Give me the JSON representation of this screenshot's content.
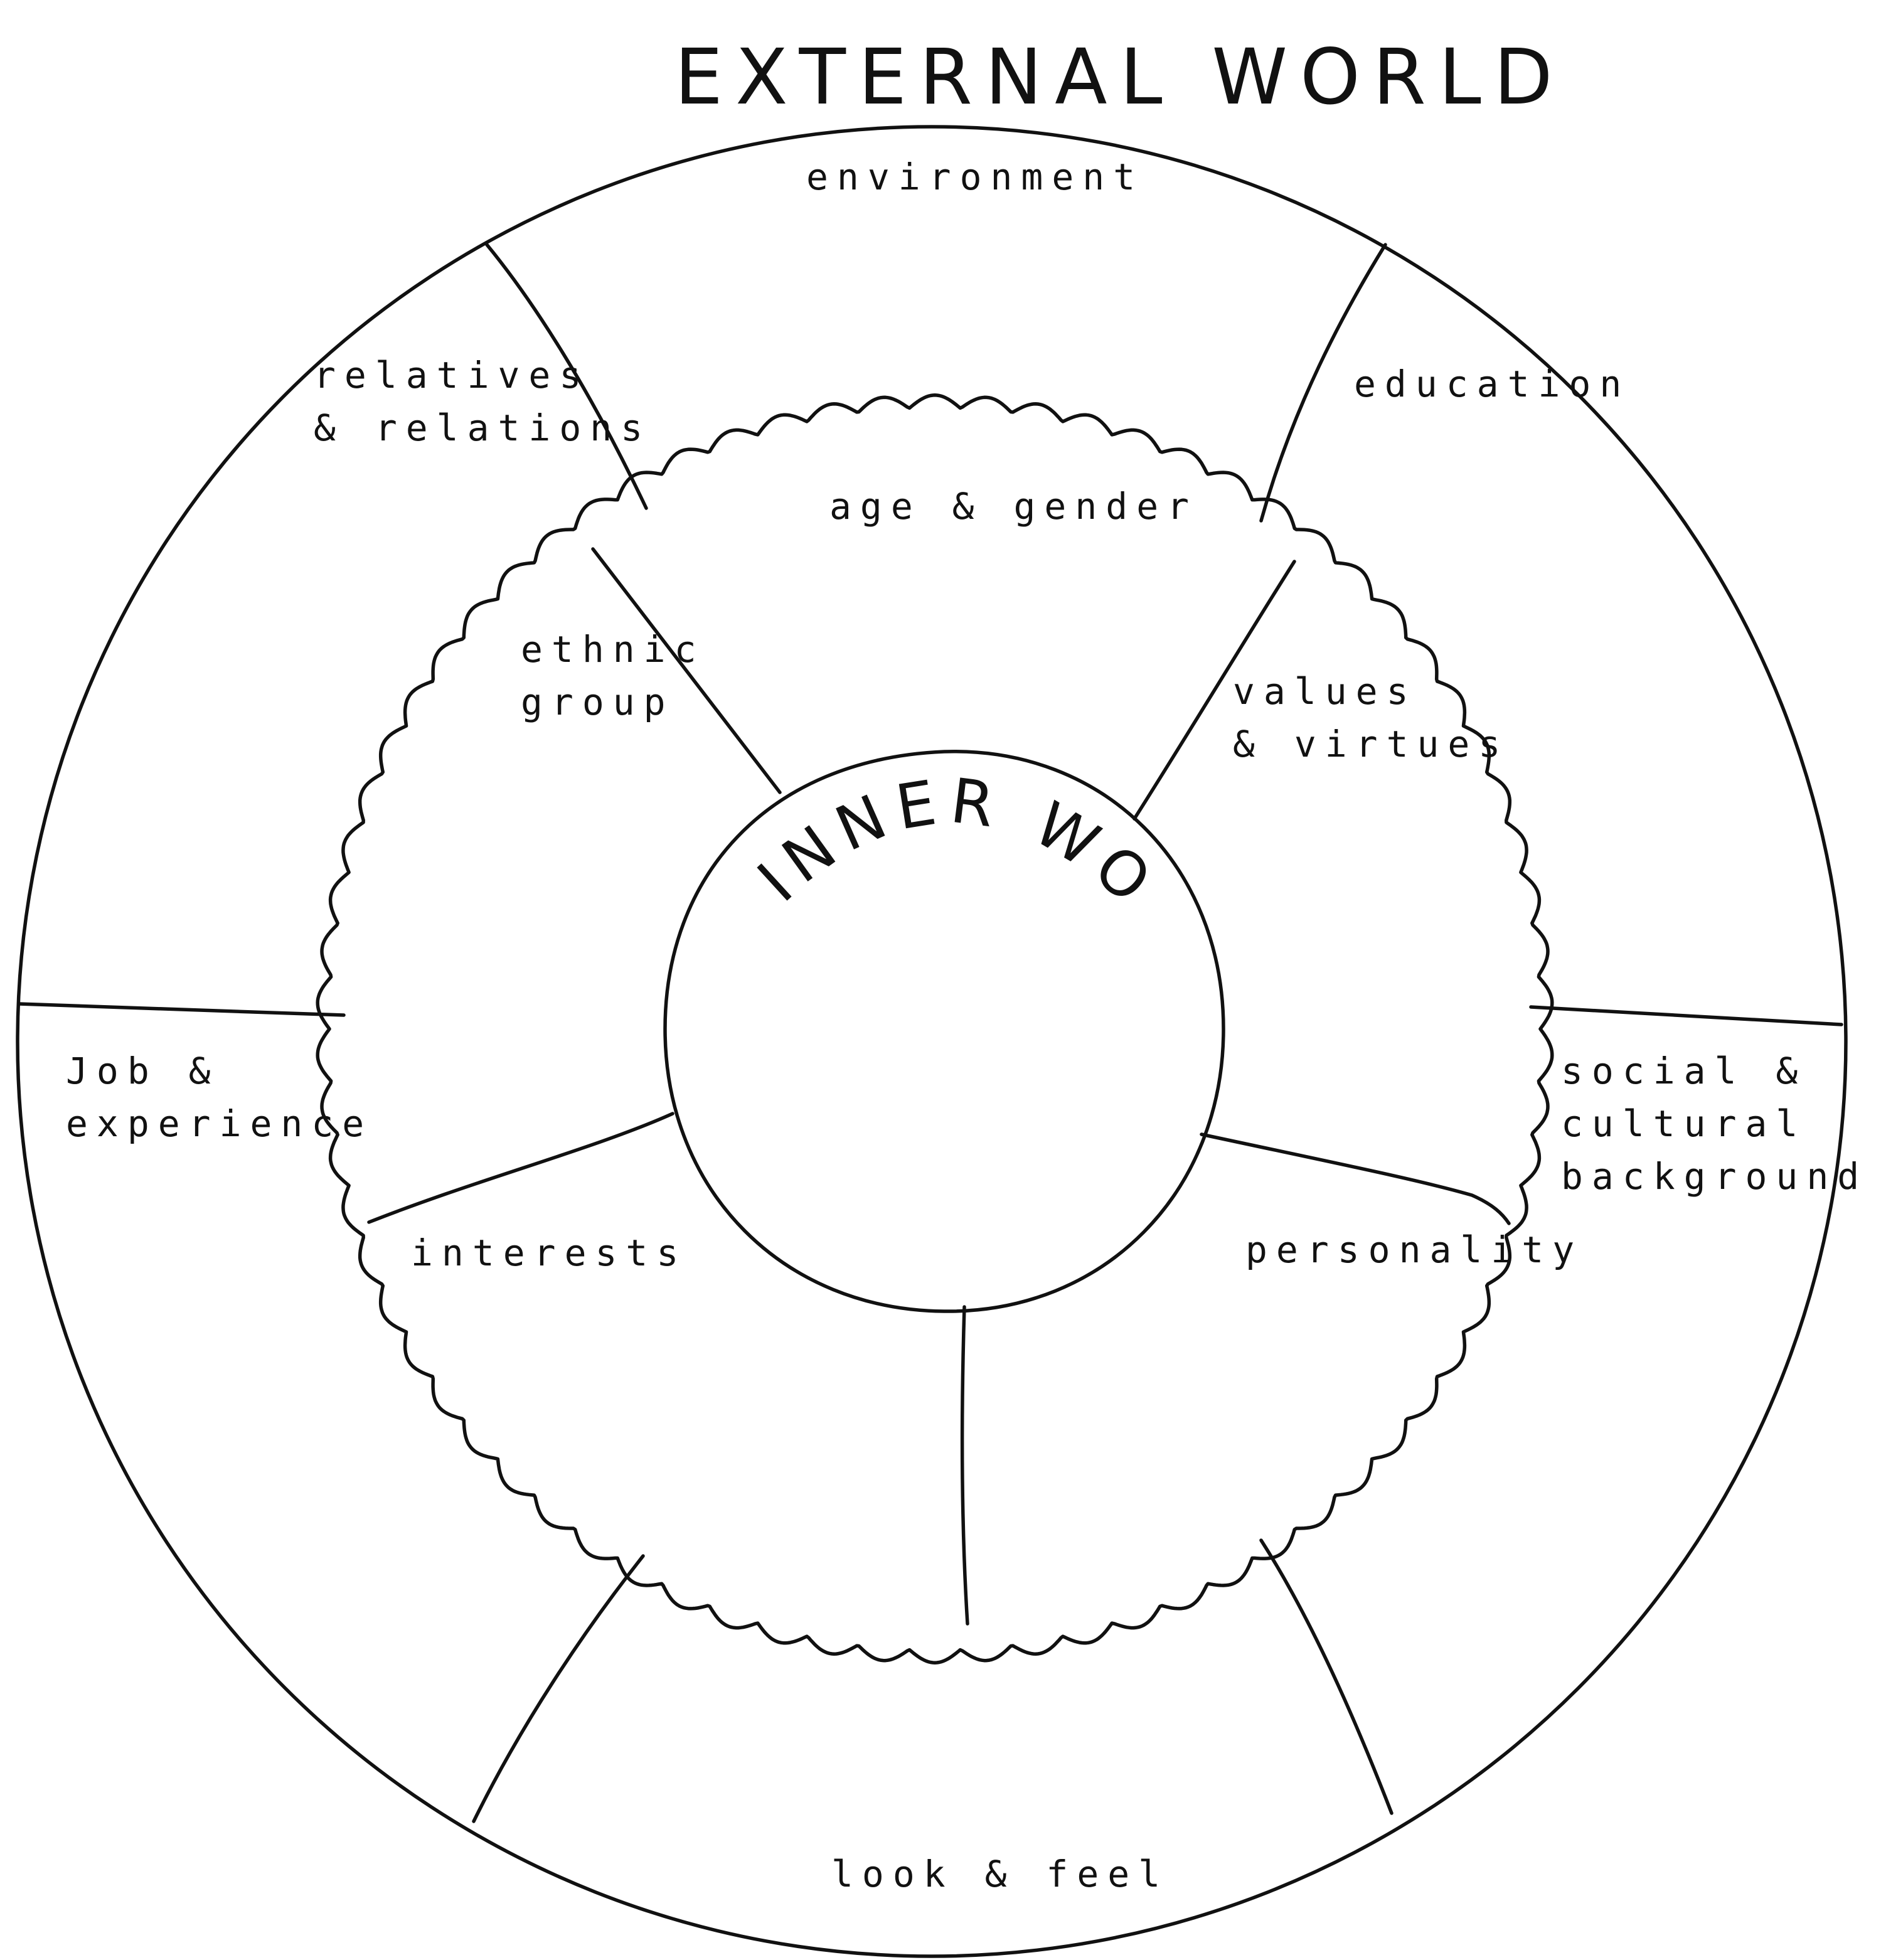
{
  "title": "EXTERNAL WORLD",
  "center_label": "INNER WORLD",
  "outer_ring": {
    "environment": "environment",
    "education": "education",
    "social_cultural": "social &\ncultural\nbackground",
    "look_feel": "look & feel",
    "job_experience": "Job &\nexperience",
    "relatives_relations": "relatives\n& relations"
  },
  "inner_ring": {
    "age_gender": "age & gender",
    "values_virtues": "values\n& virtues",
    "personality": "personality",
    "interests": "interests",
    "ethnic_group": "ethnic\ngroup"
  },
  "colors": {
    "ink": "#111111",
    "paper": "#ffffff"
  }
}
